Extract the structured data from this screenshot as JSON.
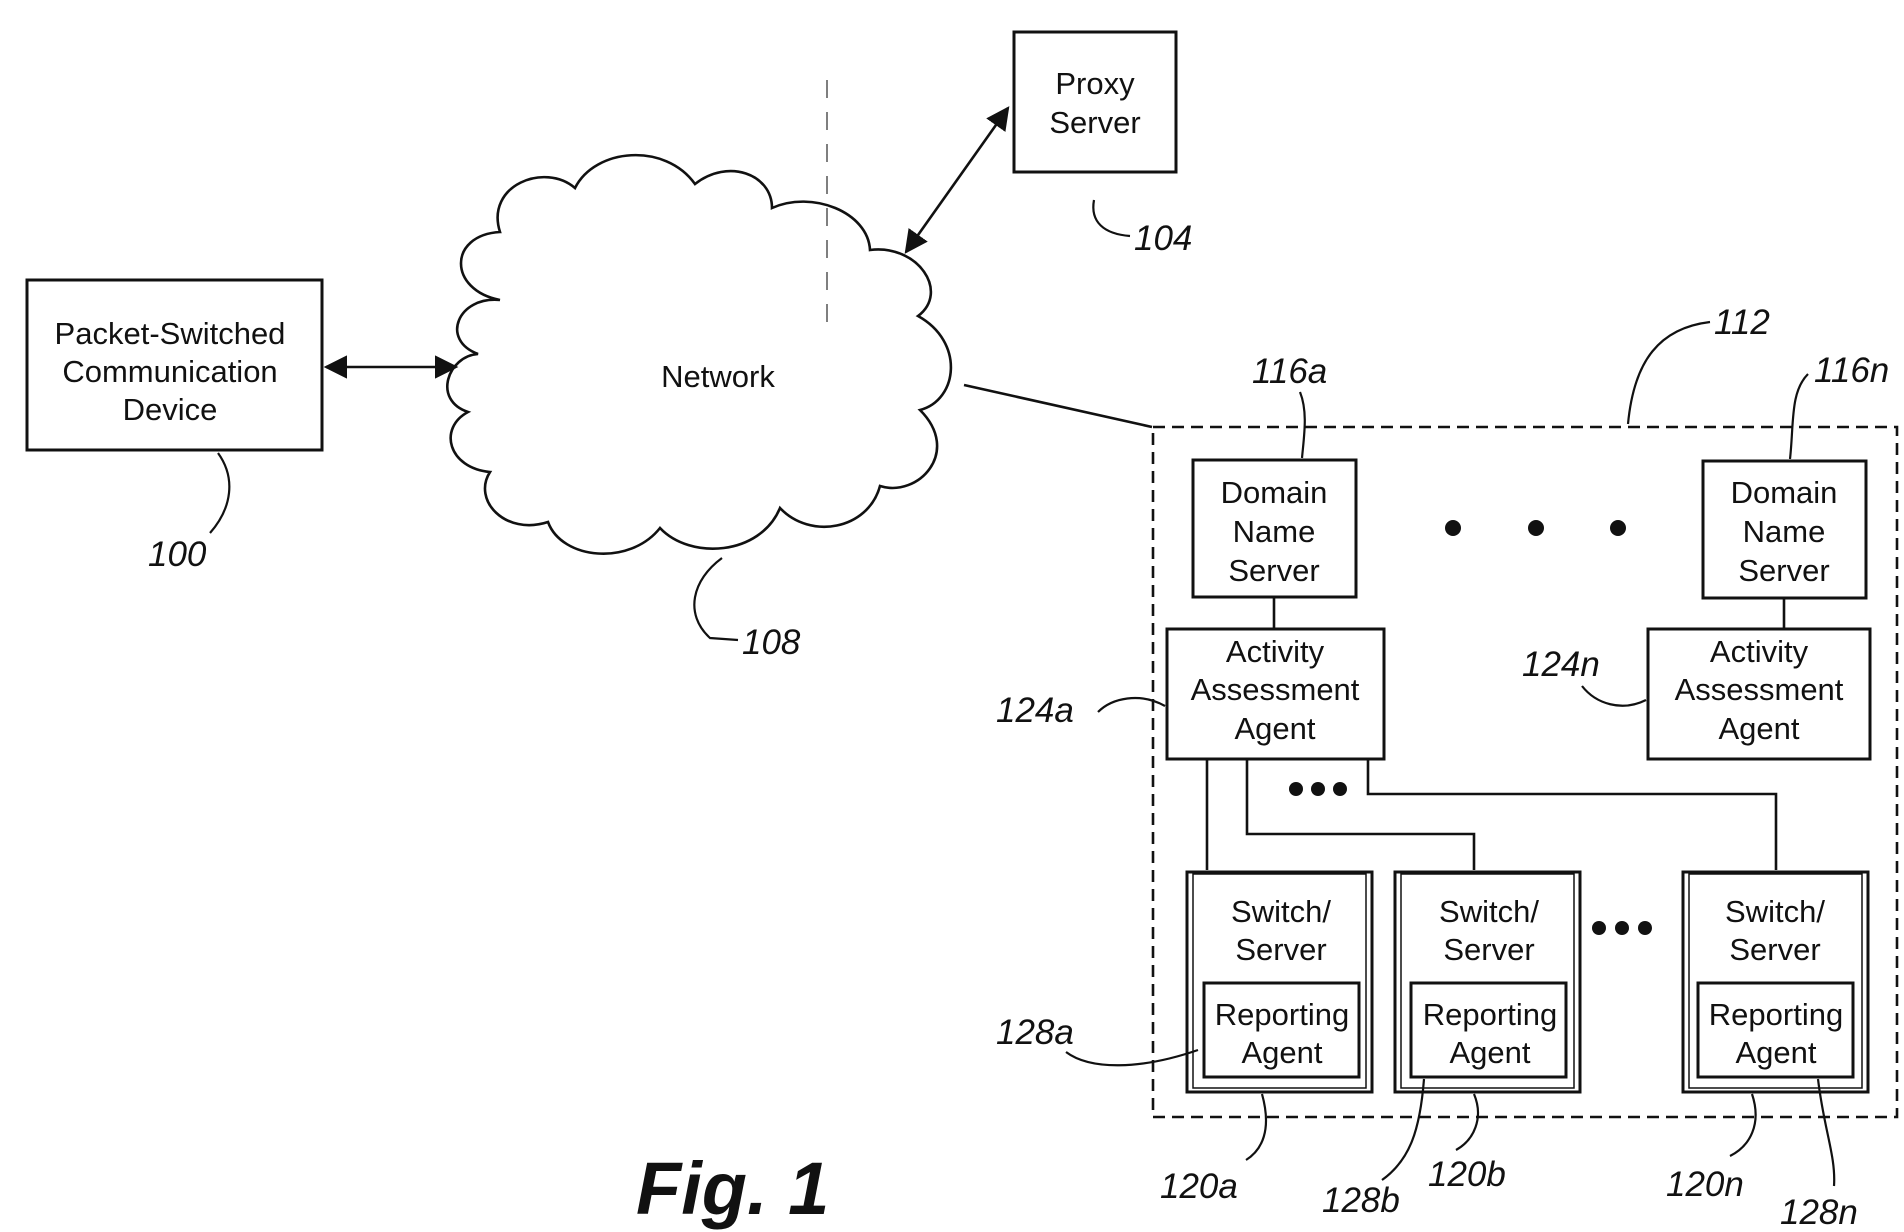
{
  "nodes": {
    "device": [
      "Packet-Switched",
      "Communication",
      "Device"
    ],
    "network": "Network",
    "proxy": [
      "Proxy",
      "Server"
    ],
    "dns_a": [
      "Domain",
      "Name",
      "Server"
    ],
    "dns_n": [
      "Domain",
      "Name",
      "Server"
    ],
    "aaa_a": [
      "Activity",
      "Assessment",
      "Agent"
    ],
    "aaa_n": [
      "Activity",
      "Assessment",
      "Agent"
    ],
    "switch_a": [
      "Switch/",
      "Server"
    ],
    "switch_b": [
      "Switch/",
      "Server"
    ],
    "switch_n": [
      "Switch/",
      "Server"
    ],
    "reporting_a": [
      "Reporting",
      "Agent"
    ],
    "reporting_b": [
      "Reporting",
      "Agent"
    ],
    "reporting_n": [
      "Reporting",
      "Agent"
    ]
  },
  "refs": {
    "r100": "100",
    "r104": "104",
    "r108": "108",
    "r112": "112",
    "r116a": "116a",
    "r116n": "116n",
    "r124a": "124a",
    "r124n": "124n",
    "r128a": "128a",
    "r128b": "128b",
    "r128n": "128n",
    "r120a": "120a",
    "r120b": "120b",
    "r120n": "120n"
  },
  "figure_label": "Fig. 1"
}
